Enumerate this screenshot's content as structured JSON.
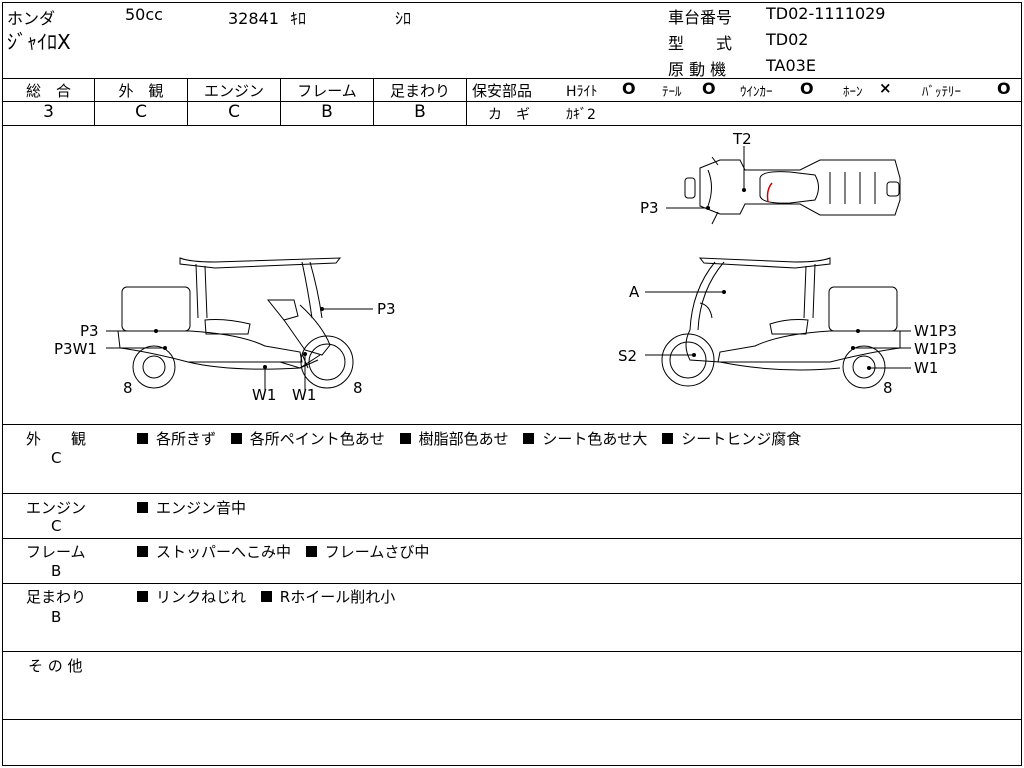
{
  "header": {
    "maker": "ホンダ",
    "displacement": "50cc",
    "mileage": "32841",
    "mileage_unit": "ｷﾛ",
    "color": "ｼﾛ",
    "model_name": "ｼﾞｬｲﾛX",
    "frame_no_label": "車台番号",
    "frame_no": "TD02-1111029",
    "type_label": "型　　式",
    "type": "TD02",
    "engine_label": "原 動 機",
    "engine": "TA03E"
  },
  "grades": {
    "overall_label": "総　合",
    "overall": "3",
    "exterior_label": "外　観",
    "exterior": "C",
    "engine_label": "エンジン",
    "engine": "C",
    "frame_label": "フレーム",
    "frame": "B",
    "suspension_label": "足まわり",
    "suspension": "B"
  },
  "safety": {
    "label": "保安部品",
    "headlight": "Hﾗｲﾄ",
    "headlight_val": "O",
    "tail": "ﾃｰﾙ",
    "tail_val": "O",
    "winker": "ｳｲﾝｶｰ",
    "winker_val": "O",
    "horn": "ﾎｰﾝ",
    "horn_val": "×",
    "battery": "ﾊﾞｯﾃﾘｰ",
    "battery_val": "O",
    "key_label": "カ　ギ",
    "key_val": "ｶｷﾞ2"
  },
  "diagram": {
    "top_T2": "T2",
    "top_P3": "P3",
    "left_P3_upper": "P3",
    "left_P3_seat": "P3",
    "left_P3W1": "P3W1",
    "left_W1_a": "W1",
    "left_W1_b": "W1",
    "left_8_rear": "8",
    "left_8_front": "8",
    "right_A": "A",
    "right_S2": "S2",
    "right_W1P3_a": "W1P3",
    "right_W1P3_b": "W1P3",
    "right_W1": "W1",
    "right_8": "8"
  },
  "remarks": {
    "exterior_label": "外　　観",
    "exterior_grade": "C",
    "exterior_items": [
      "各所きず",
      "各所ペイント色あせ",
      "樹脂部色あせ",
      "シート色あせ大",
      "シートヒンジ腐食"
    ],
    "engine_label": "エンジン",
    "engine_grade": "C",
    "engine_items": [
      "エンジン音中"
    ],
    "frame_label": "フレーム",
    "frame_grade": "B",
    "frame_items": [
      "ストッパーへこみ中",
      "フレームさび中"
    ],
    "suspension_label": "足まわり",
    "suspension_grade": "B",
    "suspension_items": [
      "リンクねじれ",
      "Rホイール削れ小"
    ],
    "other_label": "そ の 他"
  }
}
